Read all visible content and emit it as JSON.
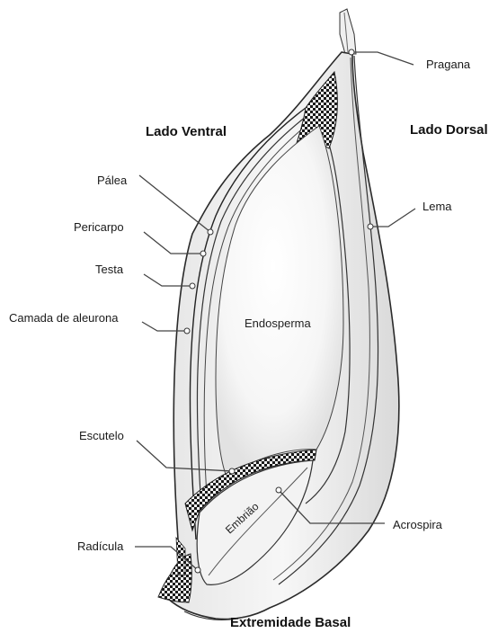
{
  "sides": {
    "ventral": "Lado Ventral",
    "dorsal": "Lado Dorsal",
    "basal": "Extremidade Basal"
  },
  "labels": {
    "pragana": "Pragana",
    "palea": "Pálea",
    "lema": "Lema",
    "pericarpo": "Pericarpo",
    "testa": "Testa",
    "aleurona": "Camada de aleurona",
    "endosperma": "Endosperma",
    "escutelo": "Escutelo",
    "embriao": "Embrião",
    "acrospira": "Acrospira",
    "radicula": "Radícula"
  }
}
